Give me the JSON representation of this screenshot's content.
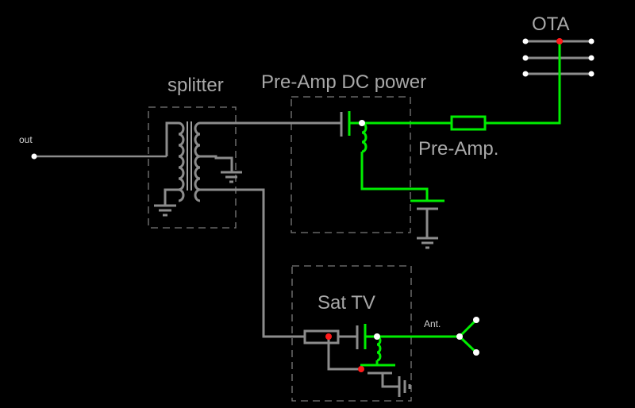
{
  "title": "Antenna splitter with pre-amp DC power and Sat TV injection schematic",
  "colors": {
    "background": "#000000",
    "inactive_wire": "#8c8c8c",
    "active_wire": "#00ee00",
    "label": "#a8a8a8",
    "node": "#ffffff",
    "probe": "#ff1a1a"
  },
  "labels": {
    "out": "out",
    "splitter": "splitter",
    "preamp_dc_power": "Pre-Amp DC power",
    "preamp": "Pre-Amp.",
    "ota": "OTA",
    "sat_tv": "Sat TV",
    "ant": "Ant."
  },
  "blocks": [
    {
      "name": "splitter",
      "components": [
        "transformer",
        "ground",
        "ground"
      ]
    },
    {
      "name": "Pre-Amp DC power",
      "components": [
        "capacitor",
        "inductor",
        "battery",
        "ground"
      ]
    },
    {
      "name": "Sat TV",
      "components": [
        "resistor",
        "capacitor",
        "inductor",
        "battery",
        "ground"
      ]
    }
  ],
  "components": {
    "ota_antenna": {
      "type": "antenna",
      "elements": 3
    },
    "preamp": {
      "type": "resistor"
    },
    "sat_antenna": {
      "type": "antenna-dipole"
    }
  }
}
